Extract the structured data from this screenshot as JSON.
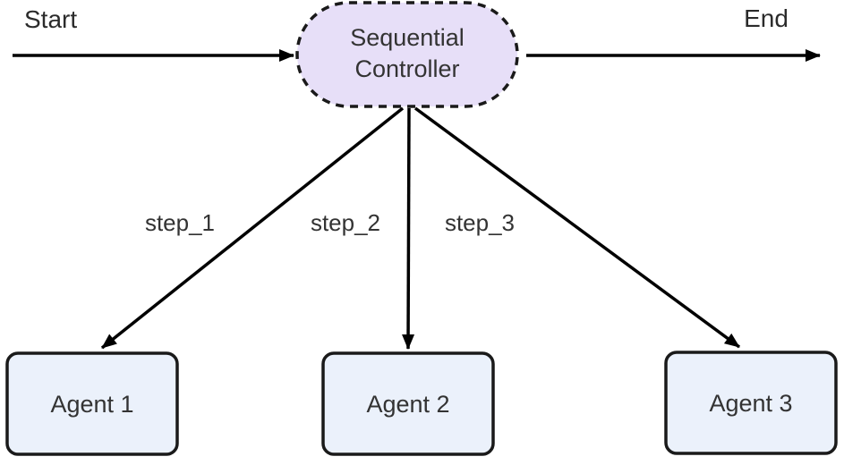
{
  "diagram": {
    "start_label": "Start",
    "end_label": "End",
    "controller": {
      "line1": "Sequential",
      "line2": "Controller"
    },
    "edges": [
      {
        "label": "step_1"
      },
      {
        "label": "step_2"
      },
      {
        "label": "step_3"
      }
    ],
    "agents": [
      {
        "label": "Agent 1"
      },
      {
        "label": "Agent 2"
      },
      {
        "label": "Agent 3"
      }
    ],
    "colors": {
      "controller_fill": "#e7dff8",
      "controller_border": "#1a1a1a",
      "agent_fill": "#ebf1fb",
      "agent_border": "#1a1a1a",
      "line": "#000000",
      "text": "#333333",
      "outer_text": "#2b2b2b",
      "background": "#ffffff"
    }
  }
}
